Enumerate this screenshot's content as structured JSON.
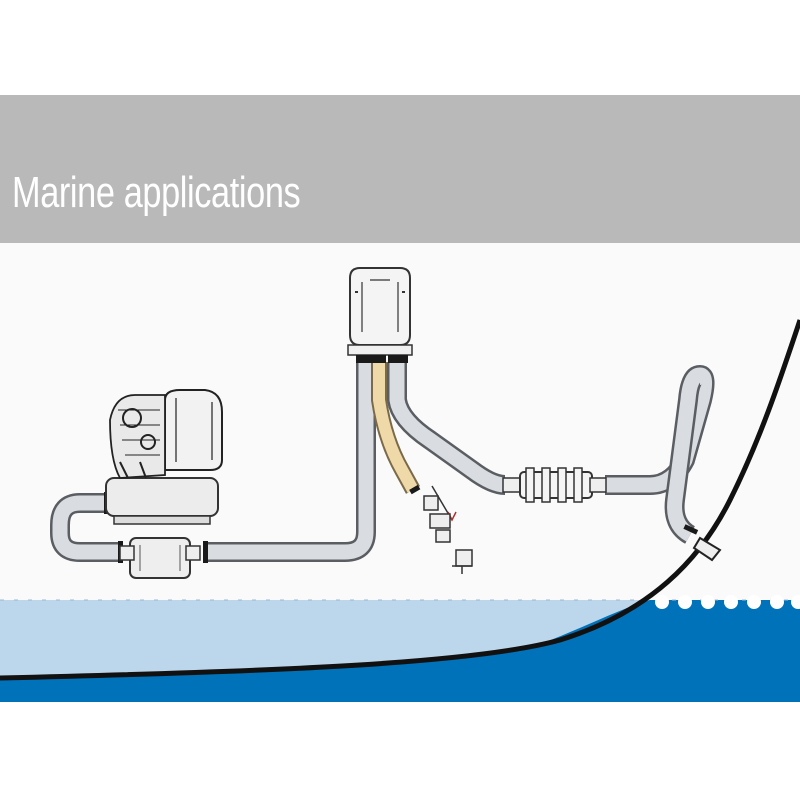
{
  "header": {
    "title": "Marine applications"
  },
  "colors": {
    "banner": "#b9b9b9",
    "banner_text": "#ffffff",
    "sky": "#fafafa",
    "water_light": "#bcd6ec",
    "water_deep": "#0072b9",
    "hull": "#111111",
    "hose": "#d9dce0",
    "hose_outline": "#5a5e63",
    "fuel_line": "#f0d9a8"
  },
  "diagram": {
    "components": [
      "generator-unit",
      "water-strainer",
      "heat-exchanger-box",
      "fuel-filter-assembly",
      "water-separator",
      "exhaust-gooseneck",
      "through-hull-fitting",
      "boat-hull",
      "waterline"
    ]
  }
}
